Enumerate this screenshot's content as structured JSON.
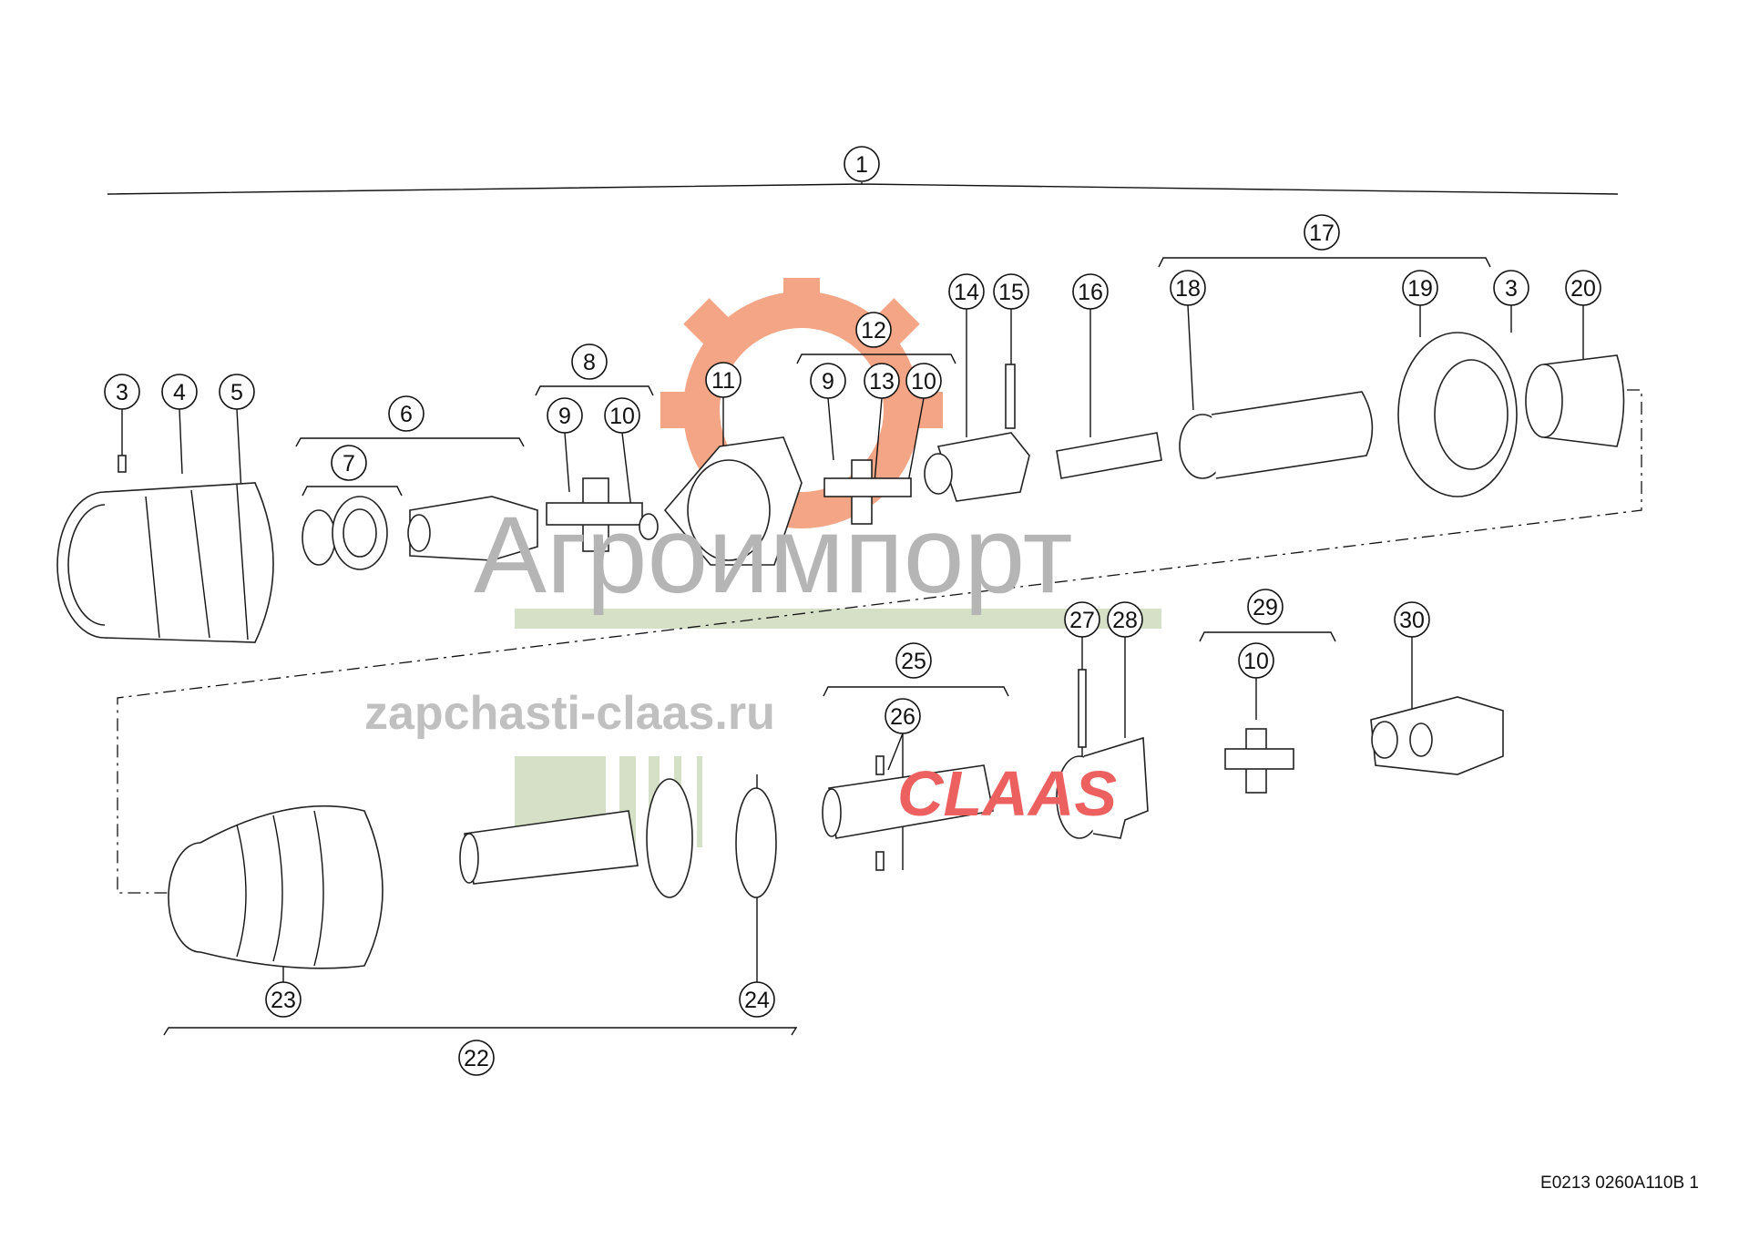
{
  "callouts": [
    "1",
    "3",
    "4",
    "5",
    "6",
    "7",
    "8",
    "9",
    "10",
    "11",
    "12",
    "9",
    "13",
    "10",
    "14",
    "15",
    "16",
    "17",
    "18",
    "19",
    "3",
    "20",
    "22",
    "23",
    "24",
    "25",
    "26",
    "27",
    "28",
    "29",
    "10",
    "30"
  ],
  "watermark": {
    "company": "Агроимпорт",
    "site": "zapchasti-claas.ru",
    "brand": "CLAAS"
  },
  "drawing_code": "E0213 0260A110B 1",
  "colors": {
    "gear": "#f08a60",
    "bars": "#c9d6b4",
    "brand": "#e03030",
    "watermark_text": "#b0b0b0"
  }
}
